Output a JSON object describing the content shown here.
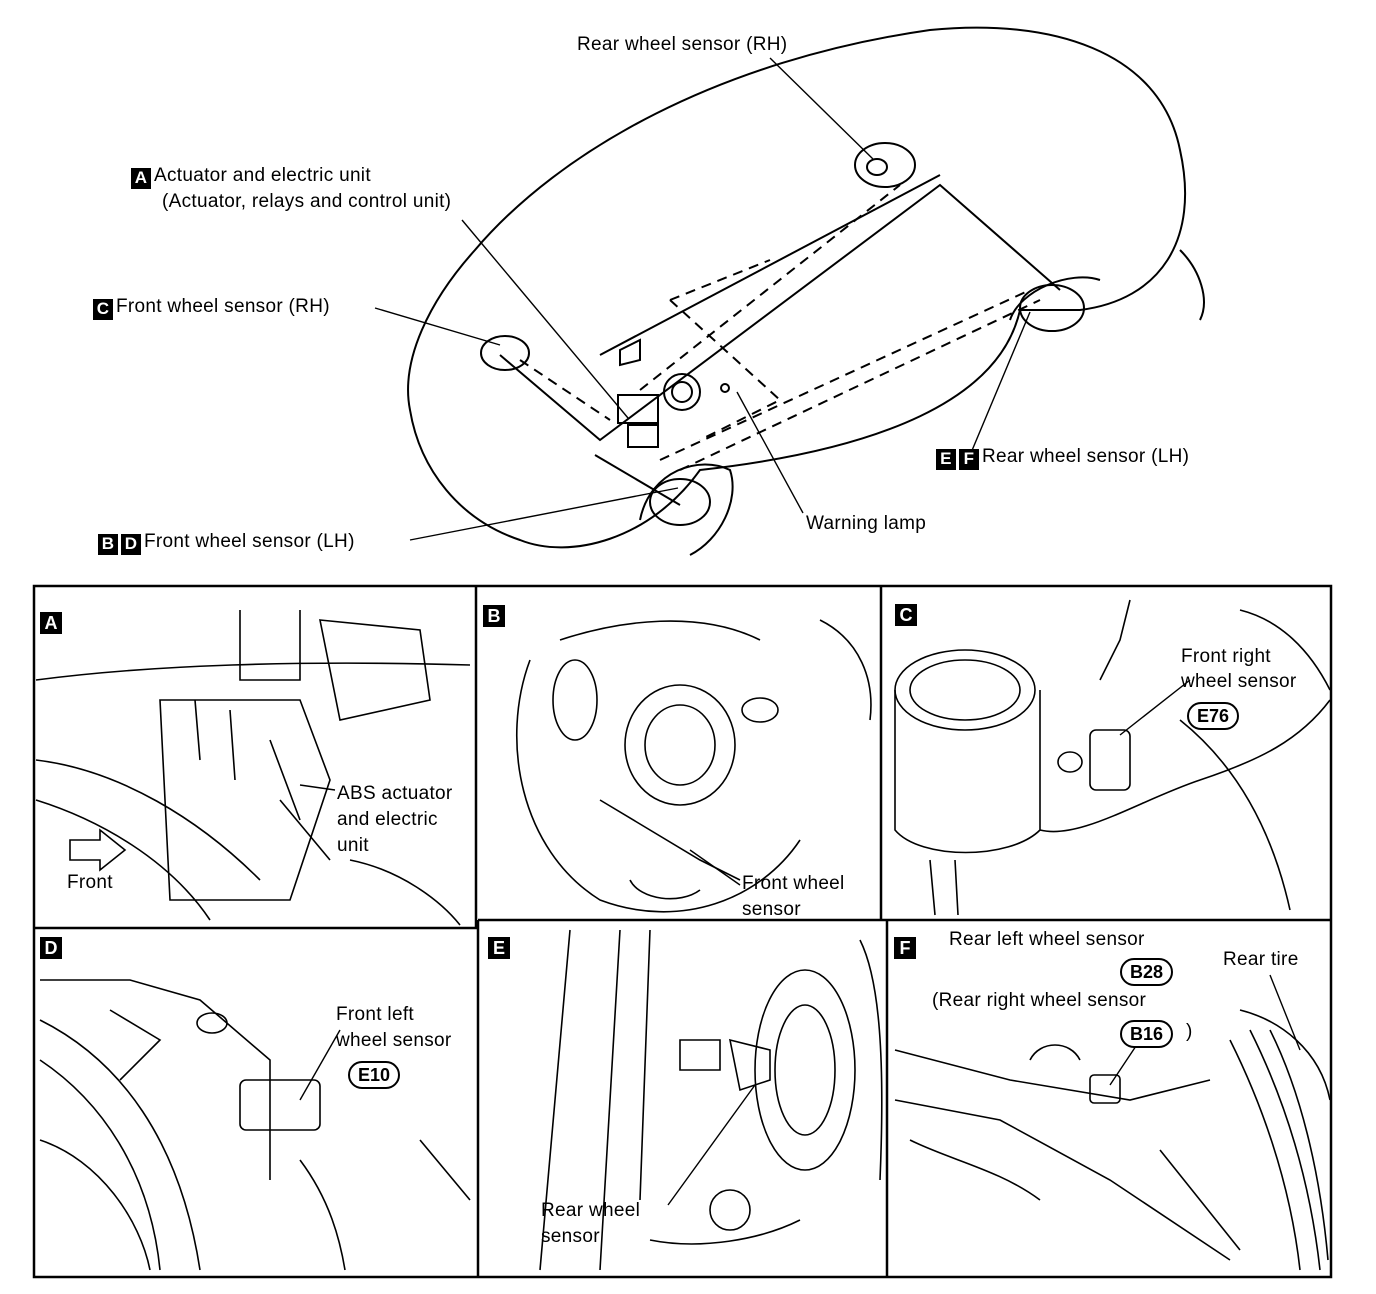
{
  "overview": {
    "rear_rh": {
      "text": "Rear wheel sensor (RH)"
    },
    "actuator": {
      "badges": [
        "A"
      ],
      "line1": "Actuator and electric unit",
      "line2": "(Actuator, relays and control unit)"
    },
    "front_rh": {
      "badges": [
        "C"
      ],
      "text": "Front wheel sensor (RH)"
    },
    "rear_lh": {
      "badges": [
        "E",
        "F"
      ],
      "text": "Rear wheel sensor (LH)"
    },
    "warning_lamp": {
      "text": "Warning lamp"
    },
    "front_lh": {
      "badges": [
        "B",
        "D"
      ],
      "text": "Front wheel sensor (LH)"
    }
  },
  "panels": [
    {
      "id": "A",
      "labels": [
        "ABS actuator",
        "and electric",
        "unit"
      ],
      "front_label": "Front"
    },
    {
      "id": "B",
      "labels": [
        "Front wheel",
        "sensor"
      ]
    },
    {
      "id": "C",
      "labels": [
        "Front right",
        "wheel sensor"
      ],
      "connector": "E76"
    },
    {
      "id": "D",
      "labels": [
        "Front left",
        "wheel sensor"
      ],
      "connector": "E10"
    },
    {
      "id": "E",
      "labels": [
        "Rear wheel",
        "sensor"
      ]
    },
    {
      "id": "F",
      "labels": [
        "Rear left wheel sensor",
        "(Rear right wheel sensor",
        ")"
      ],
      "connector": "B28",
      "connector2": "B16",
      "tire_label": "Rear tire"
    }
  ]
}
